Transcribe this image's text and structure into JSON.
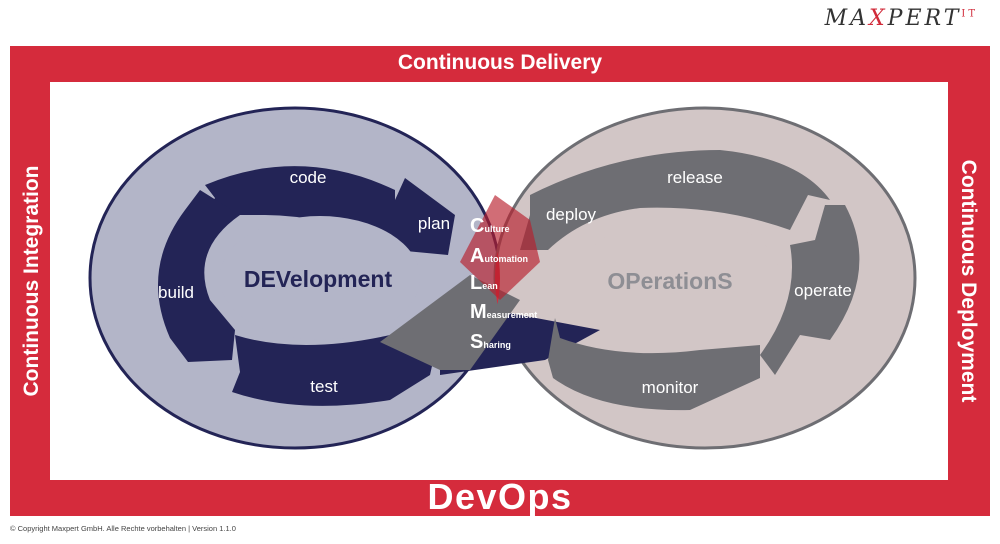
{
  "logo": {
    "text": "MAXPERT",
    "mark": "IT"
  },
  "frame": {
    "top": "Continuous Delivery",
    "left": "Continuous Integration",
    "right": "Continuous Deployment",
    "bottom": "DevOps"
  },
  "dev": {
    "title": "DEVelopment",
    "steps": [
      "code",
      "plan",
      "build",
      "test"
    ]
  },
  "ops": {
    "title": "OPerationS",
    "steps": [
      "release",
      "deploy",
      "operate",
      "monitor"
    ]
  },
  "calms": [
    {
      "letter": "C",
      "rest": "ulture"
    },
    {
      "letter": "A",
      "rest": "utomation"
    },
    {
      "letter": "L",
      "rest": "ean"
    },
    {
      "letter": "M",
      "rest": "easurement"
    },
    {
      "letter": "S",
      "rest": "haring"
    }
  ],
  "copyright": "© Copyright Maxpert GmbH. Alle Rechte vorbehalten | Version 1.1.0",
  "colors": {
    "frame_red": "#d52b3c",
    "dev_fill": "#b3b5c8",
    "dev_arrow": "#232456",
    "ops_fill": "#d2c6c6",
    "ops_arrow": "#6e6e73",
    "calms_red": "#c8202f"
  }
}
